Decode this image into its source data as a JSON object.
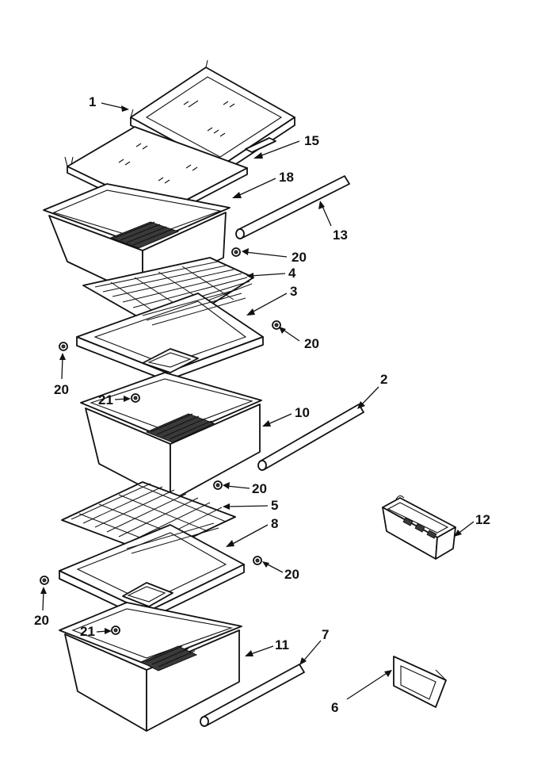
{
  "callouts": [
    {
      "id": "c1",
      "label": "1"
    },
    {
      "id": "c15",
      "label": "15"
    },
    {
      "id": "c18",
      "label": "18"
    },
    {
      "id": "c13",
      "label": "13"
    },
    {
      "id": "c20a",
      "label": "20"
    },
    {
      "id": "c4",
      "label": "4"
    },
    {
      "id": "c3",
      "label": "3"
    },
    {
      "id": "c20b",
      "label": "20"
    },
    {
      "id": "c20c",
      "label": "20"
    },
    {
      "id": "c21a",
      "label": "21"
    },
    {
      "id": "c2",
      "label": "2"
    },
    {
      "id": "c10",
      "label": "10"
    },
    {
      "id": "c20d",
      "label": "20"
    },
    {
      "id": "c5",
      "label": "5"
    },
    {
      "id": "c8",
      "label": "8"
    },
    {
      "id": "c12",
      "label": "12"
    },
    {
      "id": "c20e",
      "label": "20"
    },
    {
      "id": "c20f",
      "label": "20"
    },
    {
      "id": "c21b",
      "label": "21"
    },
    {
      "id": "c7",
      "label": "7"
    },
    {
      "id": "c11",
      "label": "11"
    },
    {
      "id": "c6",
      "label": "6"
    }
  ]
}
